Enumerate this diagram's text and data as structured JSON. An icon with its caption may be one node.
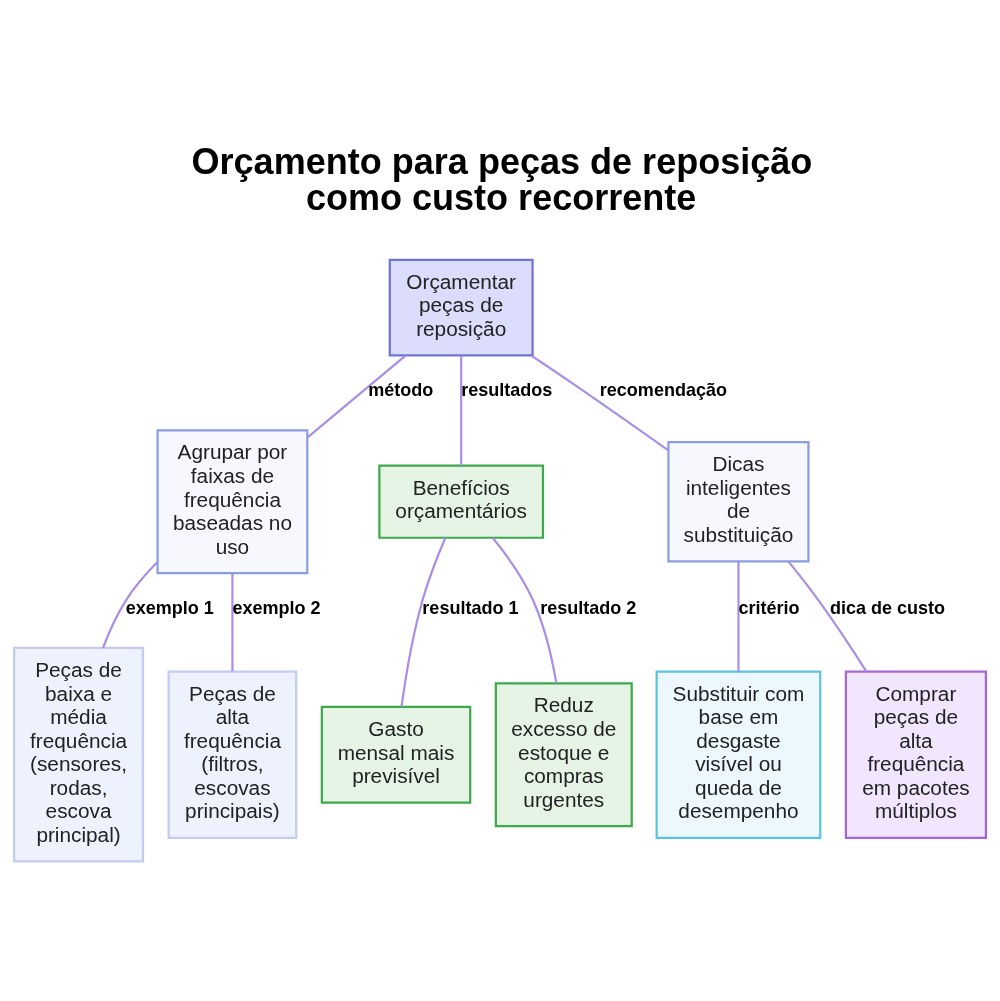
{
  "diagram": {
    "title": "Orçamento para peças de reposição como custo recorrente",
    "nodes": [
      {
        "text": [
          "Orçamentar peças de reposição"
        ]
      },
      {
        "text": [
          "Agrupar por faixas de frequência baseadas no uso"
        ]
      },
      {
        "text": [
          "Benefícios orçamentários"
        ]
      },
      {
        "text": [
          "Dicas inteligentes de substituição"
        ]
      },
      {
        "text": [
          "Peças de baixa e média frequência (sensores, rodas, escova principal)"
        ]
      },
      {
        "text": [
          "Peças de alta frequência (filtros, escovas principais)"
        ]
      },
      {
        "text": [
          "Gasto mensal mais previsível"
        ]
      },
      {
        "text": [
          "Reduz excesso de estoque e compras urgentes"
        ]
      },
      {
        "text": [
          "Substituir com base em desgaste visível ou queda de desempenho"
        ]
      },
      {
        "text": [
          "Comprar peças de alta frequência em pacotes múltiplos"
        ]
      }
    ],
    "edges": [
      {
        "from": 0,
        "to": 1,
        "arrow": "none",
        "label": "método"
      },
      {
        "from": 0,
        "to": 2,
        "arrow": "none",
        "label": "resultados"
      },
      {
        "from": 0,
        "to": 3,
        "arrow": "none",
        "label": "recomendação"
      },
      {
        "from": 1,
        "to": 4,
        "arrow": "none",
        "label": "exemplo 1"
      },
      {
        "from": 1,
        "to": 5,
        "arrow": "none",
        "label": "exemplo 2"
      },
      {
        "from": 2,
        "to": 6,
        "arrow": "none",
        "label": "resultado 1"
      },
      {
        "from": 2,
        "to": 7,
        "arrow": "none",
        "label": "resultado 2"
      },
      {
        "from": 3,
        "to": 8,
        "arrow": "none",
        "label": "critério"
      },
      {
        "from": 3,
        "to": 9,
        "arrow": "none",
        "label": "dica de custo"
      }
    ]
  }
}
